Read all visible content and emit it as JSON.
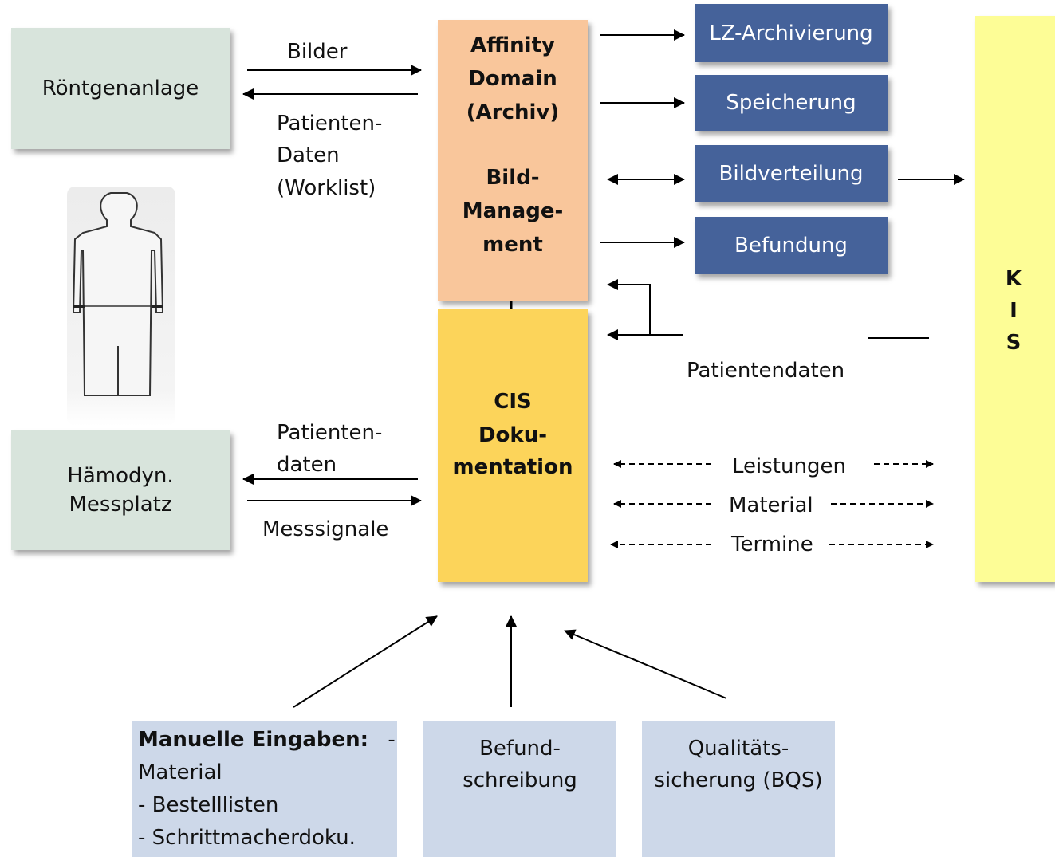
{
  "roentgen": "Röntgenanlage",
  "haemo": [
    "Hämodyn.",
    "Messplatz"
  ],
  "affinity": [
    "Affinity",
    "Domain",
    "(Archiv)"
  ],
  "bild_mgmt": [
    "Bild-",
    "Manage-",
    "ment"
  ],
  "cis": [
    "CIS",
    "Doku-",
    "mentation"
  ],
  "services": {
    "lz": "LZ-Archivierung",
    "speicherung": "Speicherung",
    "bildverteilung": "Bildverteilung",
    "befundung": "Befundung"
  },
  "kis": [
    "K",
    "I",
    "S"
  ],
  "labels": {
    "bilder": "Bilder",
    "patienten_worklist": [
      "Patienten-",
      "Daten",
      "(Worklist)"
    ],
    "patientendaten_right": "Patientendaten",
    "patientendaten_left": [
      "Patienten-",
      "daten"
    ],
    "messsignale": "Messsignale",
    "leistungen": "Leistungen",
    "material": "Material",
    "termine": "Termine"
  },
  "inputs": {
    "manual_title": "Manuelle Eingaben:",
    "manual_dash": "-",
    "manual_lines": [
      "Material",
      "- Bestelllisten",
      "- Schrittmacherdoku."
    ],
    "befund": [
      "Befund-",
      "schreibung"
    ],
    "qualitaet": [
      "Qualitäts-",
      "sicherung (BQS)"
    ]
  },
  "colors": {
    "green_box": "#d8e4dc",
    "orange_box": "#f9c69b",
    "yellow_box": "#fcd45a",
    "blue_box": "#45629a",
    "kis_box": "#fdfd96",
    "input_box": "#cdd8e9"
  }
}
